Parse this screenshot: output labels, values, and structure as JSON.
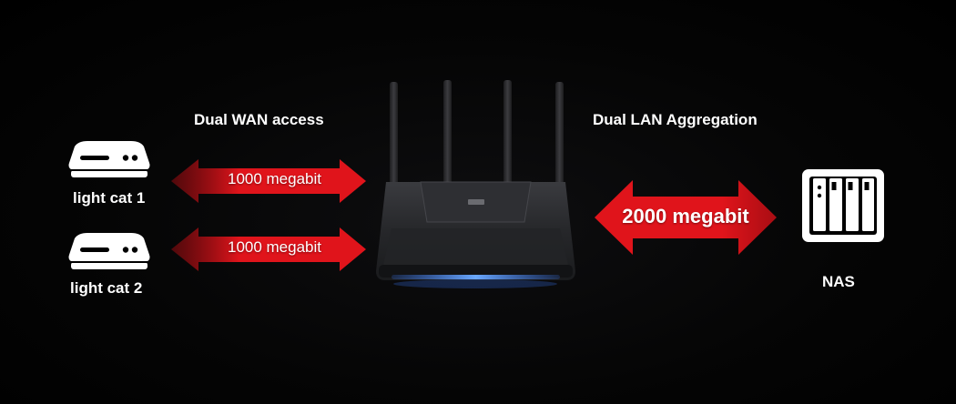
{
  "headings": {
    "wan": "Dual WAN access",
    "lan": "Dual LAN Aggregation"
  },
  "devices": {
    "cat1": "light cat 1",
    "cat2": "light cat 2",
    "nas": "NAS"
  },
  "links": {
    "wan1_speed": "1000 megabit",
    "wan2_speed": "1000 megabit",
    "lan_speed": "2000 megabit"
  },
  "colors": {
    "arrow_red": "#e0141b",
    "arrow_dark_red": "#8e0a0f",
    "router_body": "#2a2b2e",
    "router_light": "#3a7bff",
    "icon_fill": "#ffffff"
  },
  "icons": {
    "modem": "modem-icon",
    "nas": "nas-icon",
    "router": "router-image"
  }
}
